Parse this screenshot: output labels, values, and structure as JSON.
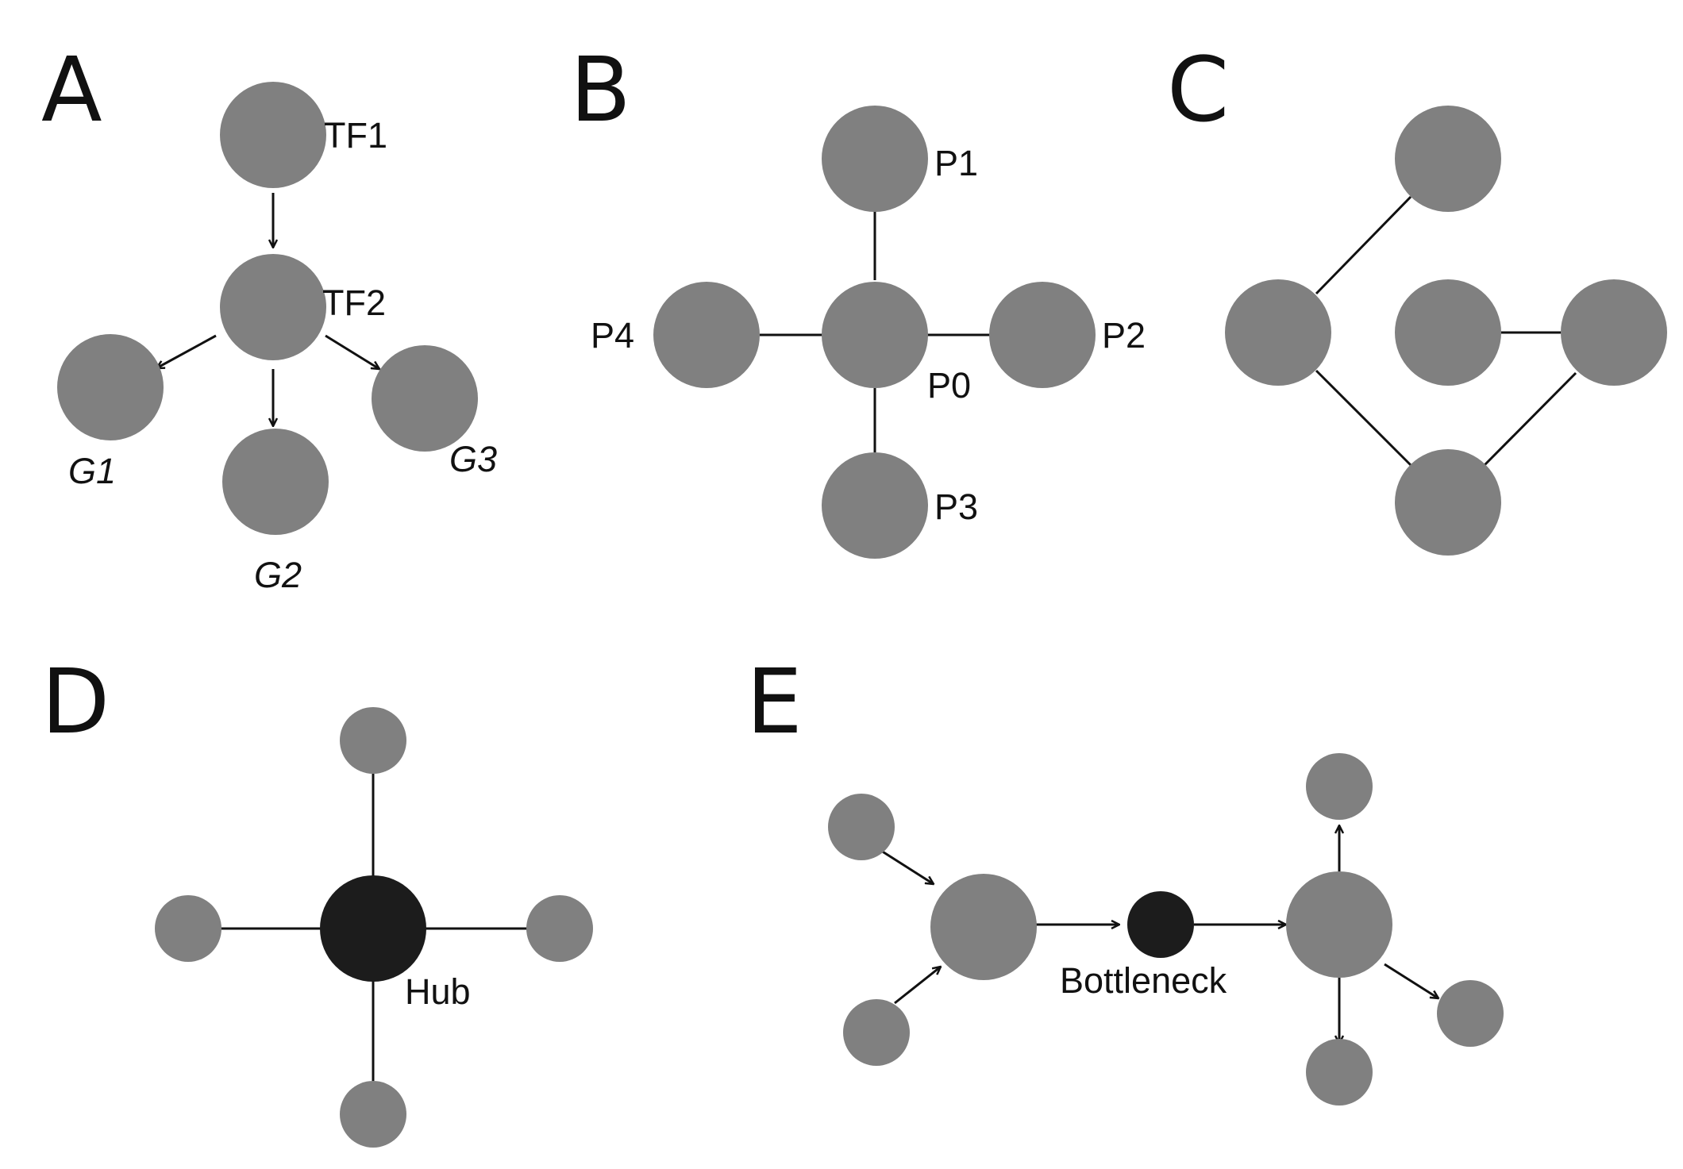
{
  "panels": {
    "a": {
      "letter": "A",
      "labels": {
        "tf1": "TF1",
        "tf2": "TF2",
        "g1": "G1",
        "g2": "G2",
        "g3": "G3"
      }
    },
    "b": {
      "letter": "B",
      "labels": {
        "p0": "P0",
        "p1": "P1",
        "p2": "P2",
        "p3": "P3",
        "p4": "P4"
      }
    },
    "c": {
      "letter": "C"
    },
    "d": {
      "letter": "D",
      "labels": {
        "hub": "Hub"
      }
    },
    "e": {
      "letter": "E",
      "labels": {
        "bottleneck": "Bottleneck"
      }
    }
  },
  "colors": {
    "node": "#808080",
    "highlight_node": "#1c1c1c",
    "edge": "#111111"
  }
}
